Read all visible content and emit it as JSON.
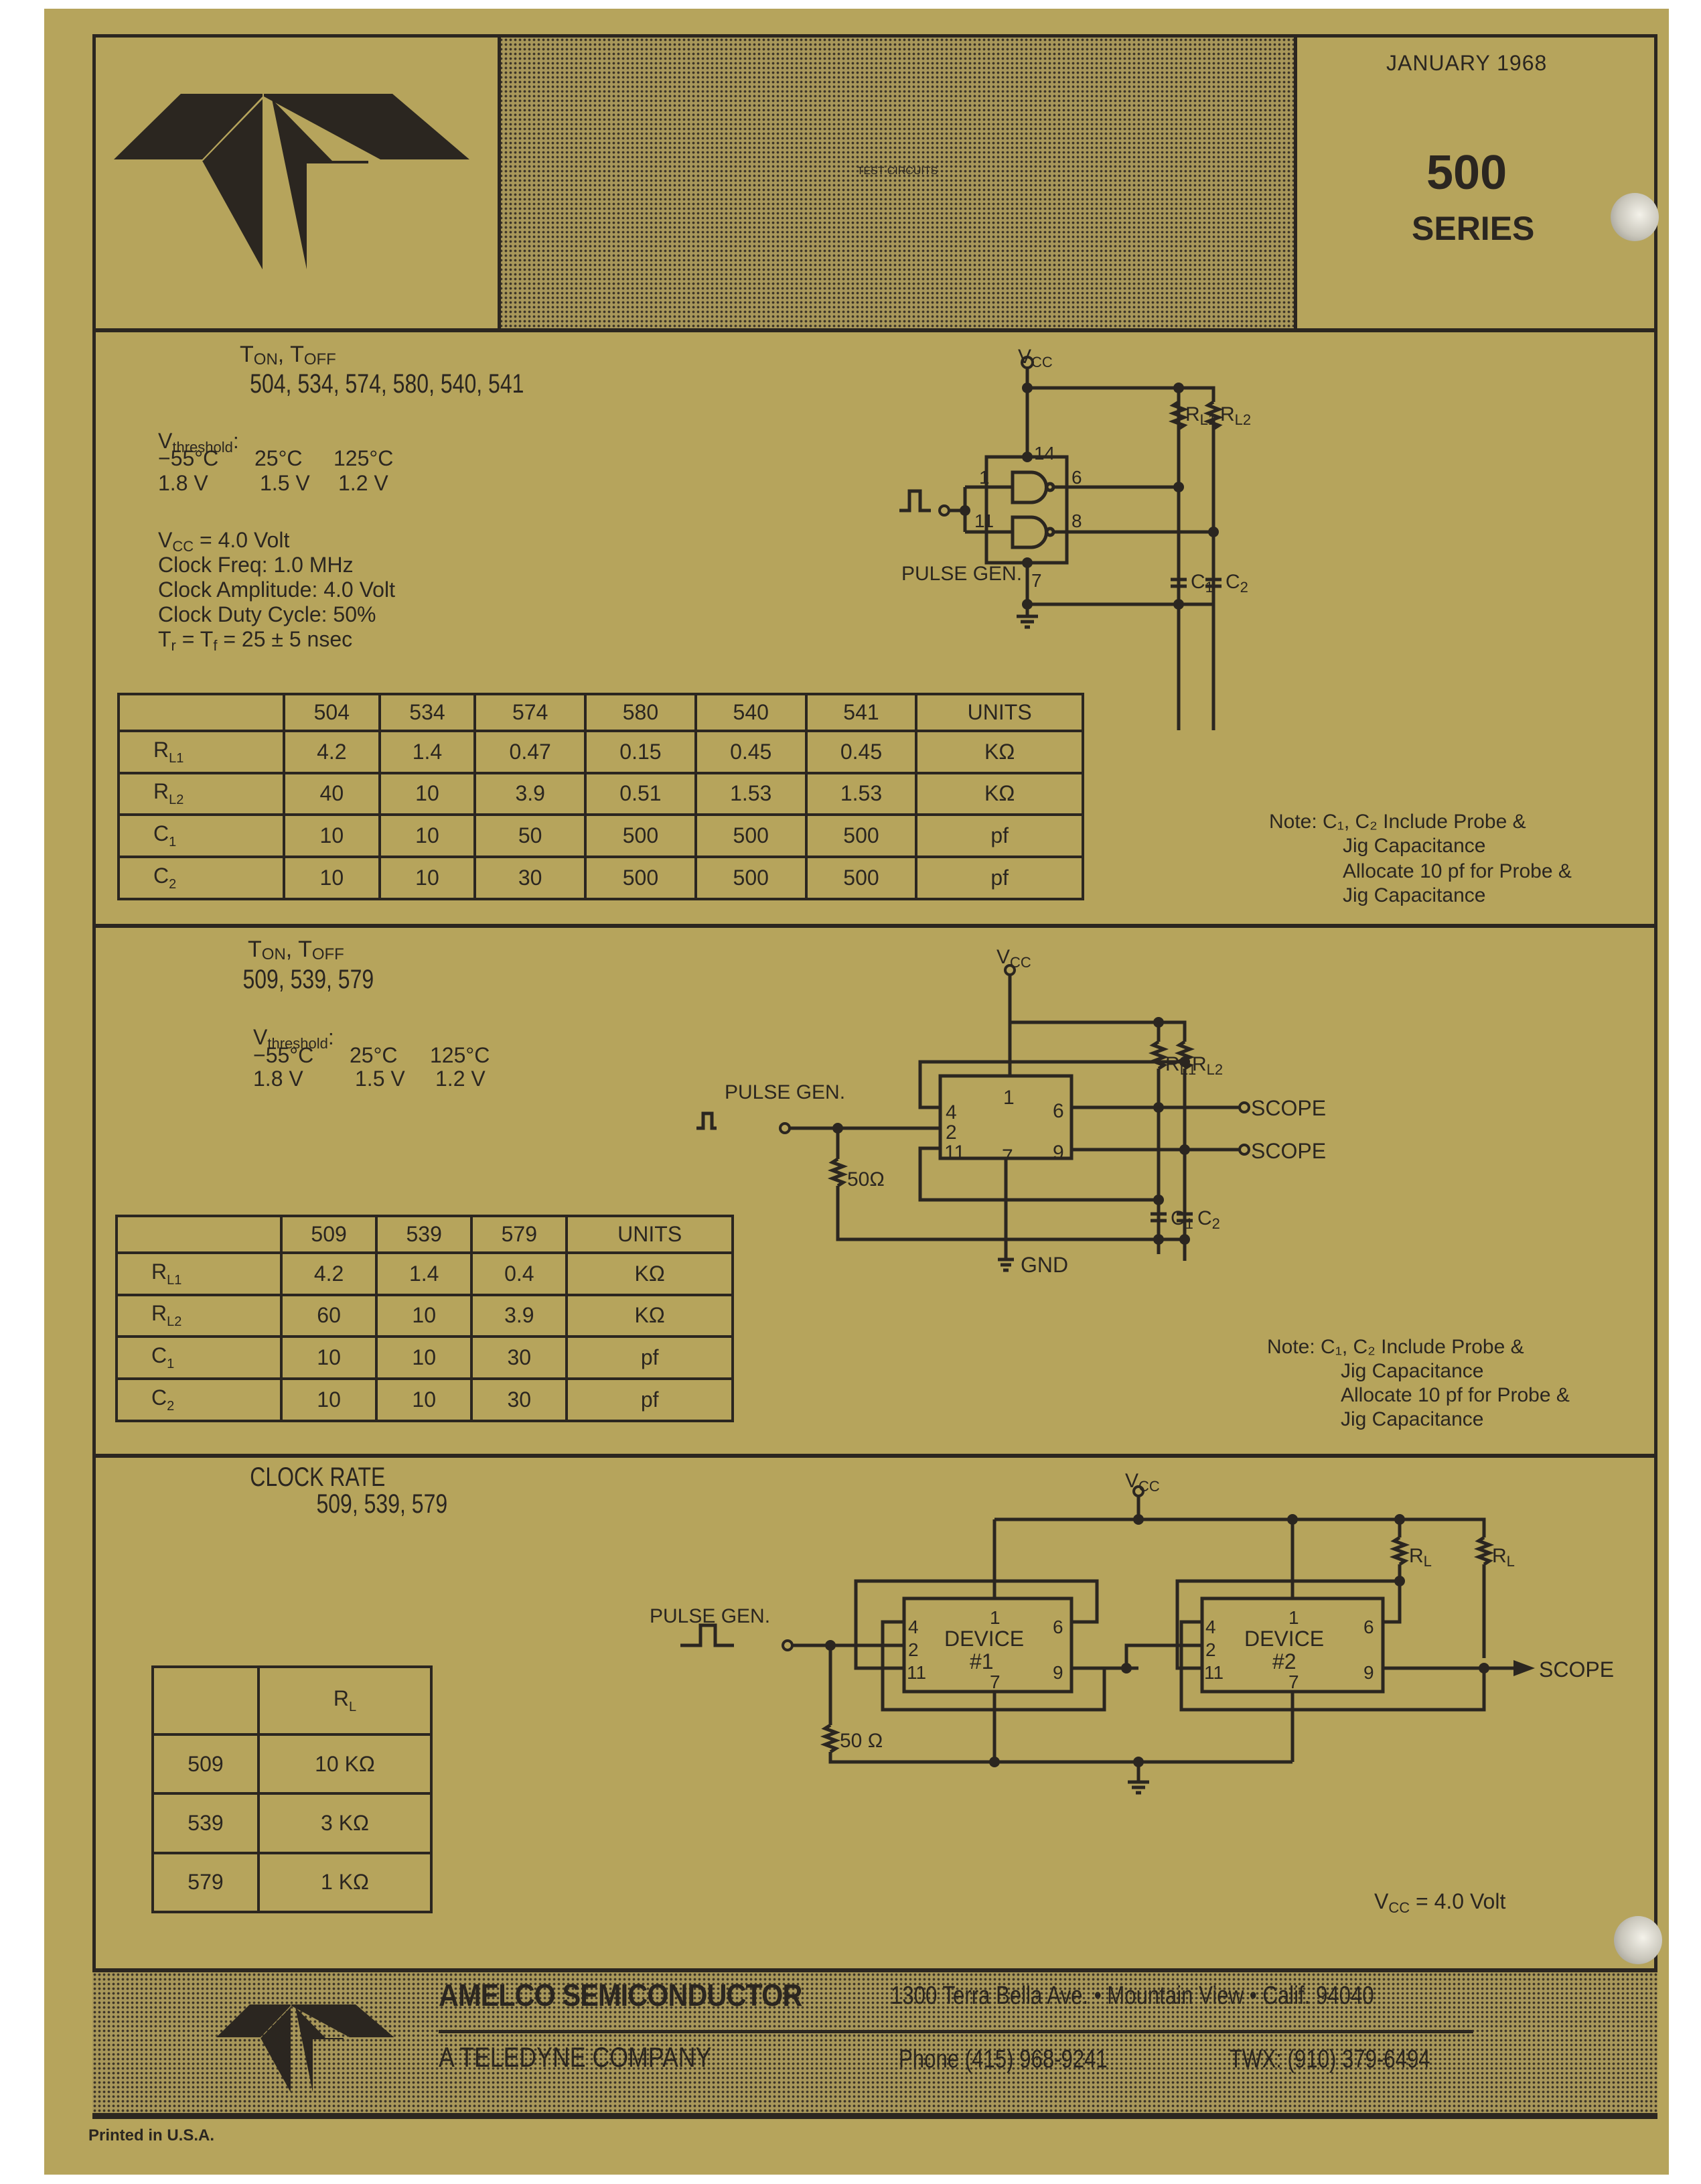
{
  "header": {
    "title": "TEST CIRCUITS",
    "date": "JANUARY 1968",
    "series_number": "500",
    "series_label": "SERIES"
  },
  "section1": {
    "title_main1": "T",
    "title_sub1": "ON",
    "title_sep": ", ",
    "title_main2": "T",
    "title_sub2": "OFF",
    "devices": "504, 534, 574, 580, 540, 541",
    "vthreshold_label": "V",
    "vthreshold_sub": "threshold",
    "vthreshold_colon": ":",
    "temps": [
      "−55°C",
      "25°C",
      "125°C"
    ],
    "volts": [
      "1.8 V",
      "1.5 V",
      "1.2 V"
    ],
    "params": [
      {
        "main": "V",
        "sub": "CC",
        "rest": " = 4.0 Volt"
      },
      {
        "main": "Clock Freq: 1.0 MHz",
        "sub": "",
        "rest": ""
      },
      {
        "main": "Clock Amplitude: 4.0 Volt",
        "sub": "",
        "rest": ""
      },
      {
        "main": "Clock Duty Cycle: 50%",
        "sub": "",
        "rest": ""
      },
      {
        "main": "T",
        "sub": "r",
        "rest": " = T",
        "sub2": "f",
        "rest2": " = 25 ± 5 nsec"
      }
    ],
    "table": {
      "columns": [
        "504",
        "534",
        "574",
        "580",
        "540",
        "541",
        "UNITS"
      ],
      "rows": [
        {
          "label": "R",
          "sub": "L1",
          "values": [
            "4.2",
            "1.4",
            "0.47",
            "0.15",
            "0.45",
            "0.45",
            "KΩ"
          ]
        },
        {
          "label": "R",
          "sub": "L2",
          "values": [
            "40",
            "10",
            "3.9",
            "0.51",
            "1.53",
            "1.53",
            "KΩ"
          ]
        },
        {
          "label": "C",
          "sub": "1",
          "values": [
            "10",
            "10",
            "50",
            "500",
            "500",
            "500",
            "pf"
          ]
        },
        {
          "label": "C",
          "sub": "2",
          "values": [
            "10",
            "10",
            "30",
            "500",
            "500",
            "500",
            "pf"
          ]
        }
      ]
    },
    "diagram": {
      "vcc": "V",
      "vcc_sub": "CC",
      "pulse_gen": "PULSE GEN.",
      "pins": [
        "14",
        "1",
        "6",
        "11",
        "8",
        "7"
      ],
      "rl1": "R",
      "rl1_sub": "L1",
      "rl2": "R",
      "rl2_sub": "L2",
      "c1": "C",
      "c1_sub": "1",
      "c2": "C",
      "c2_sub": "2"
    },
    "note": [
      "Note: C₁, C₂ Include Probe &",
      "Jig Capacitance",
      "Allocate 10 pf for Probe &",
      "Jig Capacitance"
    ]
  },
  "section2": {
    "title_main1": "T",
    "title_sub1": "ON",
    "title_sep": ", ",
    "title_main2": "T",
    "title_sub2": "OFF",
    "devices": "509, 539, 579",
    "vthreshold_label": "V",
    "vthreshold_sub": "threshold",
    "vthreshold_colon": ":",
    "temps": [
      "−55°C",
      "25°C",
      "125°C"
    ],
    "volts": [
      "1.8 V",
      "1.5 V",
      "1.2 V"
    ],
    "table": {
      "columns": [
        "509",
        "539",
        "579",
        "UNITS"
      ],
      "rows": [
        {
          "label": "R",
          "sub": "L1",
          "values": [
            "4.2",
            "1.4",
            "0.4",
            "KΩ"
          ]
        },
        {
          "label": "R",
          "sub": "L2",
          "values": [
            "60",
            "10",
            "3.9",
            "KΩ"
          ]
        },
        {
          "label": "C",
          "sub": "1",
          "values": [
            "10",
            "10",
            "30",
            "pf"
          ]
        },
        {
          "label": "C",
          "sub": "2",
          "values": [
            "10",
            "10",
            "30",
            "pf"
          ]
        }
      ]
    },
    "diagram": {
      "vcc": "V",
      "vcc_sub": "CC",
      "pulse_gen": "PULSE GEN.",
      "pins": [
        "4",
        "1",
        "6",
        "2",
        "11",
        "7",
        "9"
      ],
      "rl1": "R",
      "rl1_sub": "L1",
      "rl2": "R",
      "rl2_sub": "L2",
      "c1": "C",
      "c1_sub": "1",
      "c2": "C",
      "c2_sub": "2",
      "r50": "50Ω",
      "scope1": "SCOPE",
      "scope2": "SCOPE",
      "gnd": "GND"
    },
    "note": [
      "Note: C₁, C₂ Include Probe &",
      "Jig Capacitance",
      "Allocate 10 pf for Probe &",
      "Jig Capacitance"
    ]
  },
  "section3": {
    "title": "CLOCK RATE",
    "devices": "509, 539, 579",
    "table": {
      "header_label": "R",
      "header_sub": "L",
      "rows": [
        {
          "device": "509",
          "value": "10 KΩ"
        },
        {
          "device": "539",
          "value": "3 KΩ"
        },
        {
          "device": "579",
          "value": "1 KΩ"
        }
      ]
    },
    "diagram": {
      "vcc": "V",
      "vcc_sub": "CC",
      "pulse_gen": "PULSE GEN.",
      "device1": "DEVICE",
      "device1_num": "#1",
      "device2": "DEVICE",
      "device2_num": "#2",
      "pins": [
        "1",
        "4",
        "2",
        "11",
        "6",
        "9",
        "7"
      ],
      "rl": "R",
      "rl_sub": "L",
      "r50": "50 Ω",
      "scope": "SCOPE",
      "vcc_note_main": "V",
      "vcc_note_sub": "CC",
      "vcc_note_rest": " = 4.0 Volt"
    }
  },
  "footer": {
    "company": "AMELCO SEMICONDUCTOR",
    "address": "1300 Terra Bella Ave. • Mountain View • Calif. 94040",
    "subsidiary": "A TELEDYNE COMPANY",
    "phone": "Phone (415) 968-9241",
    "twx": "TWX: (910) 379-6494",
    "printed": "Printed in U.S.A."
  },
  "colors": {
    "paper": "#b6a45c",
    "ink": "#2b2620",
    "halftone": "#a8975a"
  },
  "icons": {
    "logo": "teledyne-logo-icon",
    "pulse": "pulse-waveform-icon",
    "ground": "ground-icon",
    "resistor": "resistor-icon",
    "capacitor": "capacitor-icon",
    "nand": "nand-gate-icon",
    "arrow": "arrow-right-icon"
  }
}
